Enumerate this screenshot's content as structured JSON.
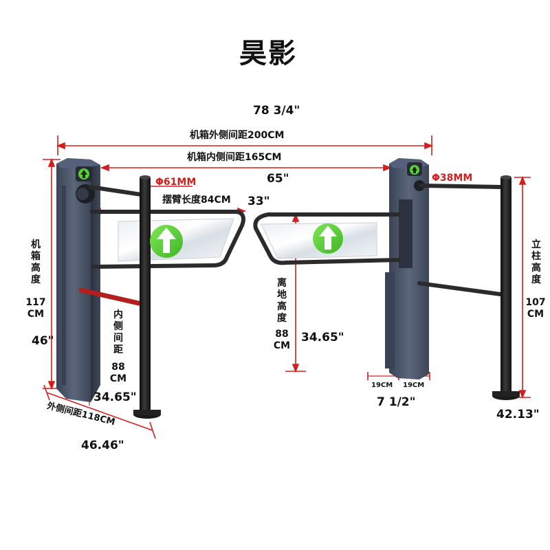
{
  "title": "昊影",
  "colors": {
    "dimension_line": "#d61d1d",
    "cabinet": "#4a5468",
    "cabinet_dark": "#2c3240",
    "pole": "#1b1b1b",
    "arrow_badge": "#59d13a"
  },
  "dimensions": {
    "outer_span_inch": "78 3/4\"",
    "outer_span_cm": "机箱外侧间距200CM",
    "inner_span_cm": "机箱内侧间距165CM",
    "inner_span_inch": "65\"",
    "pipe_large": "Φ61MM",
    "pipe_small": "Φ38MM",
    "arm_length_cm": "摆臂长度84CM",
    "arm_length_inch": "33\"",
    "cabinet_height_label": [
      "机",
      "箱",
      "高",
      "度"
    ],
    "cabinet_height_cm": [
      "117",
      "CM"
    ],
    "cabinet_height_inch": "46\"",
    "inner_gap_label": [
      "内",
      "侧",
      "间",
      "距"
    ],
    "inner_gap_cm": [
      "88",
      "CM"
    ],
    "inner_gap_inch": "34.65\"",
    "ground_height_label": [
      "离",
      "地",
      "高",
      "度"
    ],
    "ground_height_cm": [
      "88",
      "CM"
    ],
    "ground_height_inch": "34.65\"",
    "post_height_label": [
      "立",
      "柱",
      "高",
      "度"
    ],
    "post_height_cm": [
      "107",
      "CM"
    ],
    "post_height_inch": "42.13\"",
    "outer_gap_cm": "外侧间距118CM",
    "outer_gap_inch": "46.46\"",
    "base_left_cm": "19CM",
    "base_right_cm": "19CM",
    "base_inch": "7 1/2\""
  },
  "icons": [
    "green-up-arrow-icon",
    "green-up-arrow-icon",
    "small-arrow-indicator-icon",
    "small-arrow-indicator-icon"
  ]
}
